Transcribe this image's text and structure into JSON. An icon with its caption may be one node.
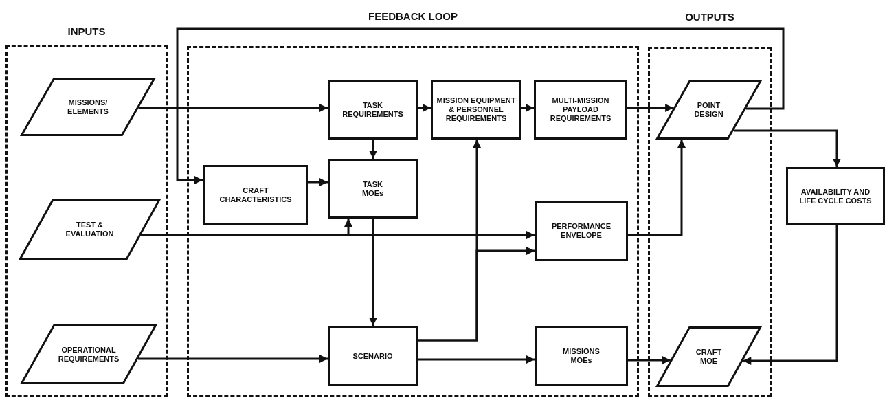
{
  "diagram": {
    "nodes": [
      {
        "text": [
          "INPUTS"
        ]
      },
      {
        "text": [
          "MISSIONS/ ELEMENTS"
        ],
        "in": 0
      },
      {
        "text": [
          "TEST & EVALUATION"
        ],
        "in": 0
      },
      {
        "text": [
          "OPERATIONAL REQUIREMENTS"
        ],
        "in": 0
      },
      {
        "text": [
          "FEEDBACK LOOP"
        ]
      },
      {
        "text": [
          "TASK REQUIREMENTS"
        ],
        "in": 4
      },
      {
        "text": [
          "MISSION EQUIPMENT & PERSONNEL REQUIREMENTS"
        ],
        "in": 4
      },
      {
        "text": [
          "MULTI-MISSION PAYLOAD REQUIREMENTS"
        ],
        "in": 4
      },
      {
        "text": [
          "CRAFT CHARACTERISTICS"
        ],
        "in": 4
      },
      {
        "text": [
          "TASK MOEs"
        ],
        "in": 4
      },
      {
        "text": [
          "PERFORMANCE ENVELOPE"
        ],
        "in": 4
      },
      {
        "text": [
          "SCENARIO"
        ],
        "in": 4
      },
      {
        "text": [
          "MISSIONS MOEs"
        ],
        "in": 4
      },
      {
        "text": [
          "OUTPUTS"
        ]
      },
      {
        "text": [
          "POINT DESIGN"
        ],
        "in": 13
      },
      {
        "text": [
          "CRAFT MOE"
        ],
        "in": 13
      },
      {
        "text": [
          "AVAILABILITY AND LIFE CYCLE COSTS"
        ]
      }
    ],
    "edges": [
      {
        "from": 1,
        "to": 5,
        "arrow": "to"
      },
      {
        "from": 5,
        "to": 6,
        "arrow": "to"
      },
      {
        "from": 6,
        "to": 7,
        "arrow": "to"
      },
      {
        "from": 7,
        "to": 14,
        "arrow": "to"
      },
      {
        "from": 5,
        "to": 9,
        "arrow": "to"
      },
      {
        "from": 8,
        "to": 9,
        "arrow": "to"
      },
      {
        "from": 14,
        "to": 8,
        "arrow": "to"
      },
      {
        "from": 14,
        "to": 16,
        "arrow": "to"
      },
      {
        "from": 2,
        "to": 10,
        "arrow": "to"
      },
      {
        "from": 2,
        "to": 9,
        "arrow": "to"
      },
      {
        "from": 9,
        "to": 11,
        "arrow": "to"
      },
      {
        "from": 3,
        "to": 11,
        "arrow": "to"
      },
      {
        "from": 11,
        "to": 6,
        "arrow": "to"
      },
      {
        "from": 11,
        "to": 10,
        "arrow": "to"
      },
      {
        "from": 11,
        "to": 12,
        "arrow": "to"
      },
      {
        "from": 10,
        "to": 14,
        "arrow": "to"
      },
      {
        "from": 12,
        "to": 15,
        "arrow": "to"
      },
      {
        "from": 16,
        "to": 15,
        "arrow": "to"
      }
    ]
  }
}
